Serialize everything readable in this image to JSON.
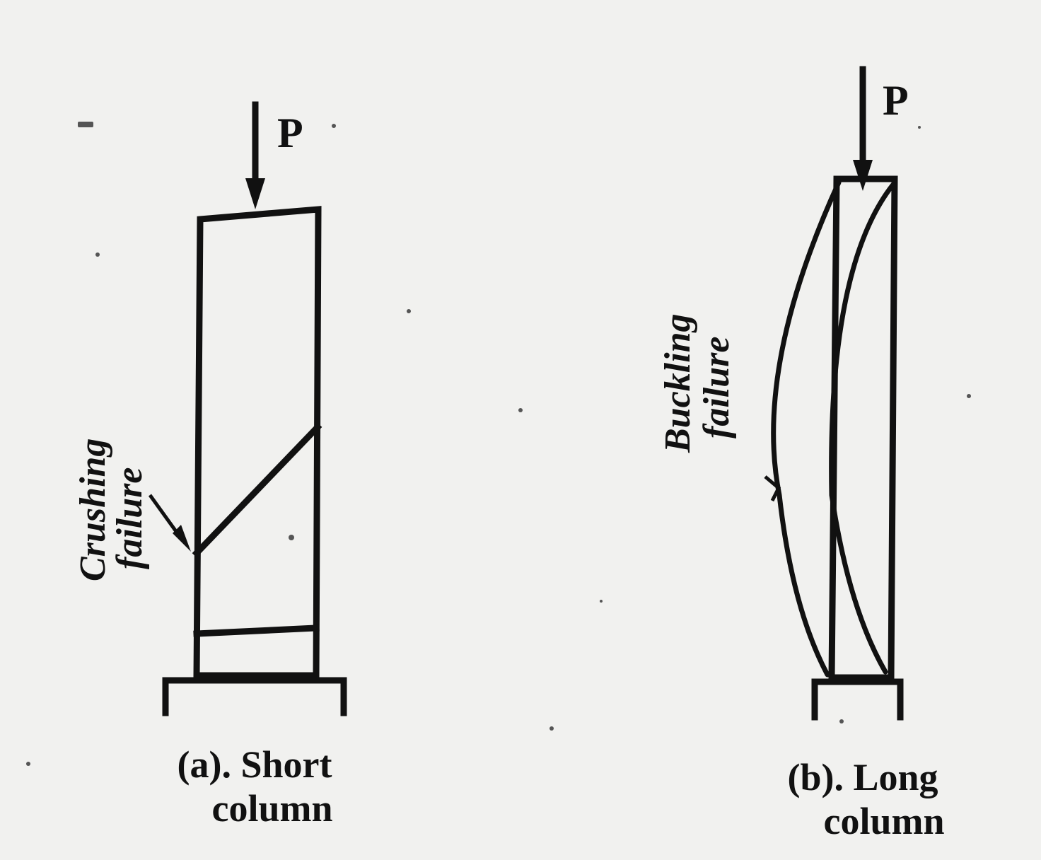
{
  "figure_a": {
    "load_label": "P",
    "failure_line1": "Crushing",
    "failure_line2": "failure",
    "caption_line1": "(a). Short",
    "caption_line2": "column"
  },
  "figure_b": {
    "load_label": "P",
    "failure_line1": "Buckling",
    "failure_line2": "failure",
    "caption_line1": "(b). Long",
    "caption_line2": "column"
  },
  "colors": {
    "ink": "#111111",
    "paper": "#f1f1ef"
  }
}
